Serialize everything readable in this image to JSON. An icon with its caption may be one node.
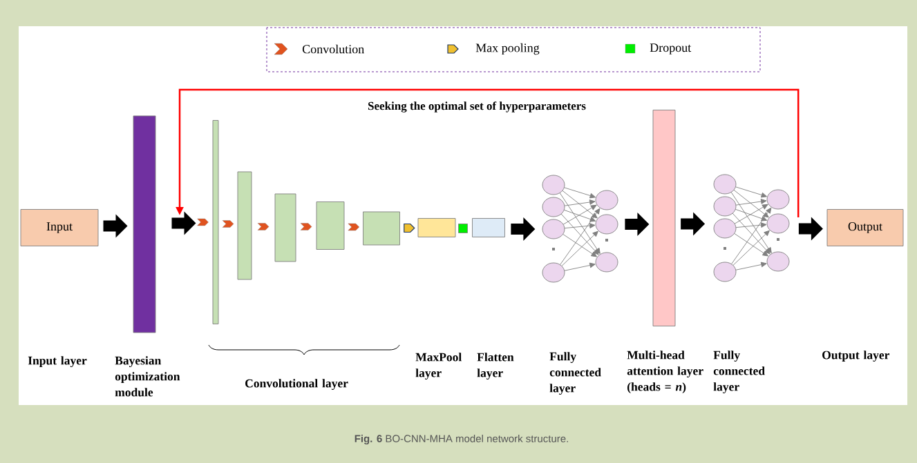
{
  "diagram": {
    "caption": "**Fig. 6** BO-CNN-MHA model network structure.",
    "nodes": [
      {
        "text": [
          "Input"
        ]
      },
      {
        "text": [],
        "shape": "bar"
      },
      {
        "text": [],
        "shape": "bar"
      },
      {
        "text": [],
        "shape": "bar"
      },
      {
        "text": [],
        "shape": "bar"
      },
      {
        "text": [],
        "shape": "bar"
      },
      {
        "text": [],
        "shape": "bar"
      },
      {
        "text": [],
        "shape": "box"
      },
      {
        "text": [],
        "shape": "box"
      },
      {
        "text": [],
        "shape": "box"
      },
      {
        "text": [],
        "shape": "picture"
      },
      {
        "text": [],
        "shape": "bar"
      },
      {
        "text": [],
        "shape": "picture"
      },
      {
        "text": [
          "Output"
        ]
      }
    ],
    "edges": [
      {
        "from": 0,
        "to": 1,
        "arrow": "to",
        "style": "thick"
      },
      {
        "from": 1,
        "to": 2,
        "arrow": "to",
        "style": "thick"
      },
      {
        "from": null,
        "to": 2,
        "arrow": "to",
        "color": "#e0531f"
      },
      {
        "from": 2,
        "to": 3,
        "arrow": "to",
        "color": "#e0531f"
      },
      {
        "from": 3,
        "to": 4,
        "arrow": "to",
        "color": "#e0531f"
      },
      {
        "from": 4,
        "to": 5,
        "arrow": "to",
        "color": "#e0531f"
      },
      {
        "from": 5,
        "to": 6,
        "arrow": "to",
        "color": "#e0531f"
      },
      {
        "from": 6,
        "to": 7,
        "arrow": "to",
        "color": "#f0c030"
      },
      {
        "from": 9,
        "to": 10,
        "arrow": "to",
        "style": "thick"
      },
      {
        "from": 10,
        "to": 11,
        "arrow": "to",
        "style": "thick"
      },
      {
        "from": 11,
        "to": 12,
        "arrow": "to",
        "style": "thick"
      },
      {
        "from": 12,
        "to": 13,
        "arrow": "to",
        "style": "thick"
      },
      {
        "from": 12,
        "to": null,
        "arrow": "to",
        "color": "#ff0000",
        "label": "Seeking the optimal set of hyperparameters"
      }
    ],
    "labels": [
      "Input layer",
      "Bayesian optimization module",
      "Convolutional layer",
      "MaxPool layer",
      "Flatten layer",
      "Fully connected layer",
      "Multi-head attention layer (heads = *n*)",
      "Fully connected layer",
      "Output layer"
    ],
    "legend": [
      {
        "text": "Convolution"
      },
      {
        "text": "Max pooling"
      },
      {
        "text": "Dropout",
        "color": "#00ee00"
      }
    ]
  }
}
